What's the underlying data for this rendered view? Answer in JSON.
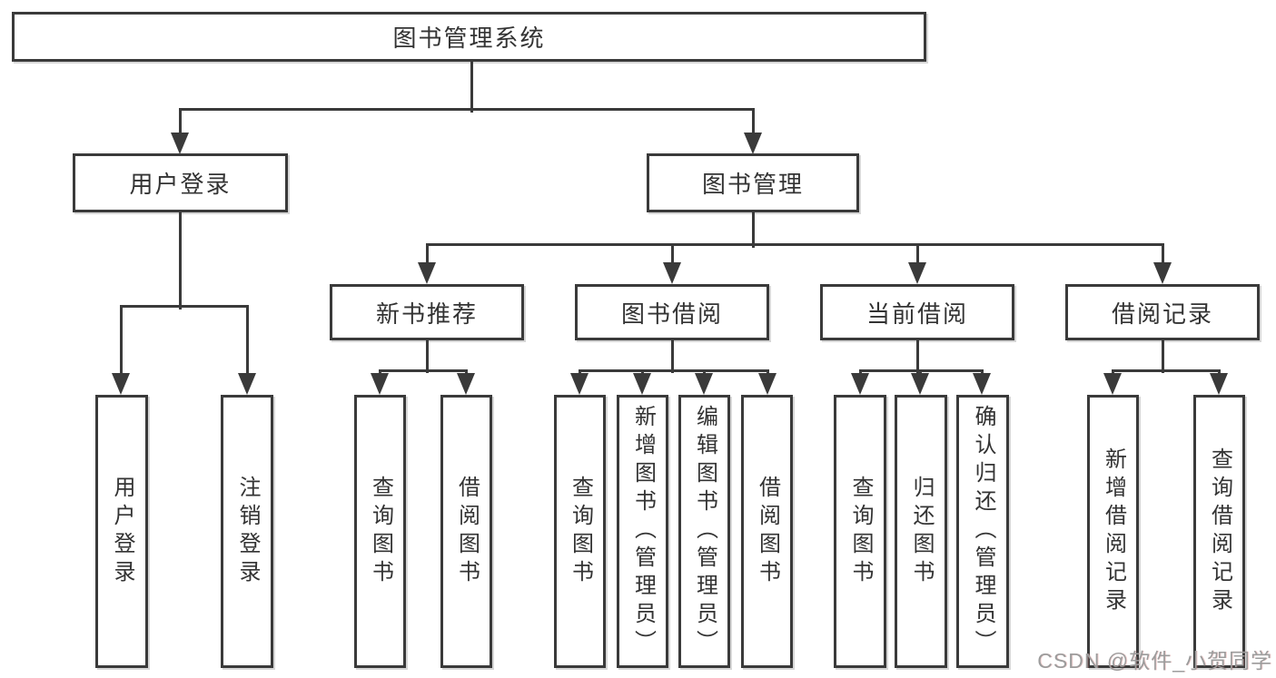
{
  "diagram_title": "图书管理系统",
  "nodes": {
    "root": "图书管理系统",
    "userLogin": "用户登录",
    "bookManagement": "图书管理",
    "newBookRecommend": "新书推荐",
    "bookBorrowing": "图书借阅",
    "currentBorrowing": "当前借阅",
    "borrowingRecords": "借阅记录",
    "leafUserLogin": "用户登录",
    "leafLogout": "注销登录",
    "leafQueryBooks1": "查询图书",
    "leafBorrowBooks1": "借阅图书",
    "leafQueryBooks2": "查询图书",
    "leafAddBooks": "新增图书（管理员）",
    "leafEditBooks": "编辑图书（管理员）",
    "leafBorrowBooks2": "借阅图书",
    "leafQueryBooks3": "查询图书",
    "leafReturnBooks": "归还图书",
    "leafConfirmReturn": "确认归还（管理员）",
    "leafAddBorrowRecord": "新增借阅记录",
    "leafQueryBorrowRecord": "查询借阅记录"
  },
  "edges": [
    [
      "root",
      "userLogin"
    ],
    [
      "root",
      "bookManagement"
    ],
    [
      "userLogin",
      "leafUserLogin"
    ],
    [
      "userLogin",
      "leafLogout"
    ],
    [
      "bookManagement",
      "newBookRecommend"
    ],
    [
      "bookManagement",
      "bookBorrowing"
    ],
    [
      "bookManagement",
      "currentBorrowing"
    ],
    [
      "bookManagement",
      "borrowingRecords"
    ],
    [
      "newBookRecommend",
      "leafQueryBooks1"
    ],
    [
      "newBookRecommend",
      "leafBorrowBooks1"
    ],
    [
      "bookBorrowing",
      "leafQueryBooks2"
    ],
    [
      "bookBorrowing",
      "leafAddBooks"
    ],
    [
      "bookBorrowing",
      "leafEditBooks"
    ],
    [
      "bookBorrowing",
      "leafBorrowBooks2"
    ],
    [
      "currentBorrowing",
      "leafQueryBooks3"
    ],
    [
      "currentBorrowing",
      "leafReturnBooks"
    ],
    [
      "currentBorrowing",
      "leafConfirmReturn"
    ],
    [
      "borrowingRecords",
      "leafAddBorrowRecord"
    ],
    [
      "borrowingRecords",
      "leafQueryBorrowRecord"
    ]
  ],
  "watermark": {
    "text": "CSDN @软件_小贺同学"
  },
  "colors": {
    "line": "#3a3a3a",
    "text": "#333333",
    "background": "#ffffff",
    "watermark": "#9c9c9c"
  }
}
